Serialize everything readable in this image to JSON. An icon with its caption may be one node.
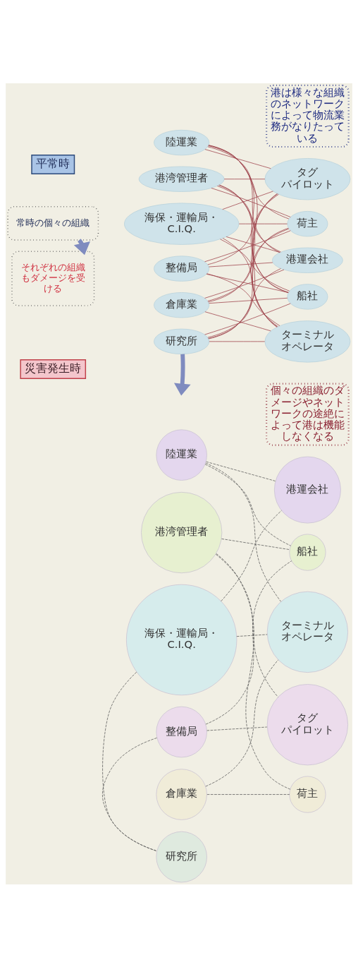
{
  "diagram": {
    "nodes": [
      {
        "text": [
          "平常時"
        ]
      },
      {
        "text": [
          "陸運業"
        ]
      },
      {
        "text": [
          "港湾管理者"
        ]
      },
      {
        "text": [
          "海保・運輸局・C.I.Q."
        ]
      },
      {
        "text": [
          "整備局"
        ]
      },
      {
        "text": [
          "倉庫業"
        ]
      },
      {
        "text": [
          "研究所"
        ]
      },
      {
        "text": [
          "港運会社"
        ]
      },
      {
        "text": [
          "船社"
        ]
      },
      {
        "text": [
          "ターミナルオペレータ"
        ]
      },
      {
        "text": [
          "タグパイロット"
        ]
      },
      {
        "text": [
          "荷主"
        ]
      },
      {
        "text": [
          "常時の個々の組織"
        ]
      },
      {
        "text": [
          "港は様々な組織のネットワークによって物流業務がなりたっている"
        ]
      },
      {
        "text": [
          "災害発生時"
        ]
      },
      {
        "text": [
          "それぞれの組織もダメージを受ける"
        ]
      },
      {
        "text": [
          "陸運業"
        ]
      },
      {
        "text": [
          "港湾管理者"
        ]
      },
      {
        "text": [
          "海保・運輸局・C.I.Q."
        ]
      },
      {
        "text": [
          "整備局"
        ]
      },
      {
        "text": [
          "倉庫業"
        ]
      },
      {
        "text": [
          "研究所"
        ]
      },
      {
        "text": [
          "港運会社"
        ]
      },
      {
        "text": [
          "船社"
        ]
      },
      {
        "text": [
          "ターミナルオペレータ"
        ]
      },
      {
        "text": [
          "タグパイロット"
        ]
      },
      {
        "text": [
          "荷主"
        ]
      },
      {
        "text": [
          "個々の組織のダメージやネットワークの途絶によって港は機能しなくなる"
        ]
      }
    ],
    "edges": [
      {
        "from": 1,
        "to": 7,
        "arrow": "none"
      },
      {
        "from": 1,
        "to": 8,
        "arrow": "none"
      },
      {
        "from": 1,
        "to": 9,
        "arrow": "none"
      },
      {
        "from": 1,
        "to": 10,
        "arrow": "none"
      },
      {
        "from": 1,
        "to": 11,
        "arrow": "none"
      },
      {
        "from": 2,
        "to": 7,
        "arrow": "none"
      },
      {
        "from": 2,
        "to": 8,
        "arrow": "none"
      },
      {
        "from": 2,
        "to": 9,
        "arrow": "none"
      },
      {
        "from": 2,
        "to": 10,
        "arrow": "none"
      },
      {
        "from": 2,
        "to": 11,
        "arrow": "none"
      },
      {
        "from": 3,
        "to": 7,
        "arrow": "none"
      },
      {
        "from": 3,
        "to": 8,
        "arrow": "none"
      },
      {
        "from": 3,
        "to": 9,
        "arrow": "none"
      },
      {
        "from": 3,
        "to": 10,
        "arrow": "none"
      },
      {
        "from": 3,
        "to": 11,
        "arrow": "none"
      },
      {
        "from": 4,
        "to": 7,
        "arrow": "none"
      },
      {
        "from": 4,
        "to": 8,
        "arrow": "none"
      },
      {
        "from": 4,
        "to": 9,
        "arrow": "none"
      },
      {
        "from": 4,
        "to": 10,
        "arrow": "none"
      },
      {
        "from": 4,
        "to": 11,
        "arrow": "none"
      },
      {
        "from": 5,
        "to": 7,
        "arrow": "none"
      },
      {
        "from": 5,
        "to": 8,
        "arrow": "none"
      },
      {
        "from": 5,
        "to": 9,
        "arrow": "none"
      },
      {
        "from": 5,
        "to": 10,
        "arrow": "none"
      },
      {
        "from": 5,
        "to": 11,
        "arrow": "none"
      },
      {
        "from": 6,
        "to": 7,
        "arrow": "none"
      },
      {
        "from": 6,
        "to": 8,
        "arrow": "none"
      },
      {
        "from": 6,
        "to": 9,
        "arrow": "none"
      },
      {
        "from": 6,
        "to": 10,
        "arrow": "none"
      },
      {
        "from": 6,
        "to": 11,
        "arrow": "none"
      },
      {
        "from": 6,
        "to": null,
        "arrow": "to",
        "style": "thick",
        "color": "#7f8bbf"
      },
      {
        "from": 12,
        "to": 15,
        "arrow": "to",
        "style": "thick",
        "color": "#7f8bbf"
      },
      {
        "from": 16,
        "to": 22,
        "arrow": "none",
        "style": "dashed",
        "color": "#555555"
      },
      {
        "from": 16,
        "to": 23,
        "arrow": "none",
        "style": "dashed",
        "color": "#555555"
      },
      {
        "from": 17,
        "to": 23,
        "arrow": "none",
        "style": "dashed",
        "color": "#555555"
      },
      {
        "from": 18,
        "to": 22,
        "arrow": "none",
        "style": "dashed",
        "color": "#555555"
      },
      {
        "from": 16,
        "to": 24,
        "arrow": "none",
        "style": "dashed",
        "color": "#555555"
      },
      {
        "from": 19,
        "to": 23,
        "arrow": "none",
        "style": "dashed",
        "color": "#555555"
      },
      {
        "from": 17,
        "to": 25,
        "arrow": "none",
        "style": "dashed",
        "color": "#555555"
      },
      {
        "from": 18,
        "to": 24,
        "arrow": "none",
        "style": "dashed",
        "color": "#555555"
      },
      {
        "from": 20,
        "to": 24,
        "arrow": "none",
        "style": "dashed",
        "color": "#555555"
      },
      {
        "from": 19,
        "to": 25,
        "arrow": "none",
        "style": "dashed",
        "color": "#555555"
      },
      {
        "from": 17,
        "to": 26,
        "arrow": "none",
        "style": "dashed",
        "color": "#555555"
      },
      {
        "from": 20,
        "to": 26,
        "arrow": "none",
        "style": "dashed",
        "color": "#555555"
      },
      {
        "from": 18,
        "to": 21,
        "arrow": "none",
        "style": "dashed",
        "color": "#555555"
      },
      {
        "from": 19,
        "to": 21,
        "arrow": "none",
        "style": "dashed",
        "color": "#555555"
      }
    ]
  }
}
